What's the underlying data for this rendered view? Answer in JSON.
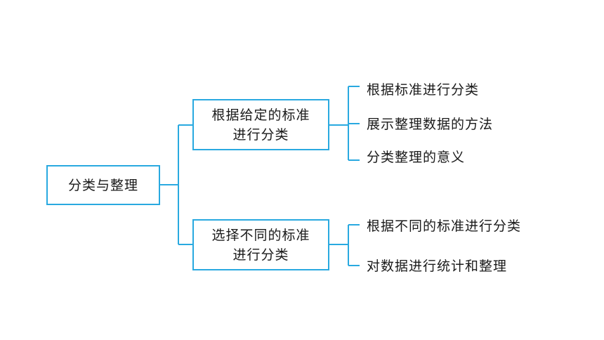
{
  "colors": {
    "line": "#29a9e0",
    "text": "#1a1a1a"
  },
  "root": {
    "label": "分类与整理"
  },
  "branches": [
    {
      "line1": "根据给定的标准",
      "line2": "进行分类",
      "leaves": [
        "根据标准进行分类",
        "展示整理数据的方法",
        "分类整理的意义"
      ]
    },
    {
      "line1": "选择不同的标准",
      "line2": "进行分类",
      "leaves": [
        "根据不同的标准进行分类",
        "对数据进行统计和整理"
      ]
    }
  ]
}
